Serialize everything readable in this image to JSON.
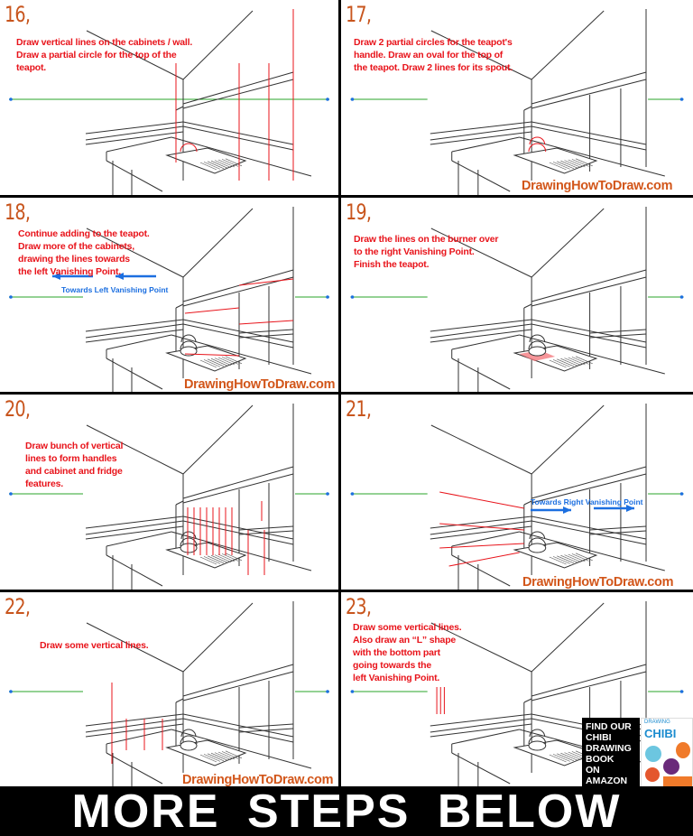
{
  "colors": {
    "instruction": "#e8141b",
    "step_number": "#c8551d",
    "watermark": "#d2561a",
    "horizon": "#2aa52a",
    "arrow": "#1c6fe0",
    "guide_line": "#e8141b"
  },
  "panels": [
    {
      "step": "16,",
      "instructions": [
        "Draw vertical lines on the cabinets / wall.",
        "Draw a partial circle for the top of the",
        "teapot."
      ],
      "watermark": ""
    },
    {
      "step": "17,",
      "instructions": [
        "Draw 2 partial circles for the teapot's",
        "handle. Draw an oval for the top of",
        "the teapot. Draw 2 lines for its spout."
      ],
      "watermark": "DrawingHowToDraw.com"
    },
    {
      "step": "18,",
      "instructions": [
        "Continue adding to the teapot.",
        "Draw more of the cabinets,",
        "drawing the lines towards",
        "the left Vanishing Point."
      ],
      "watermark": "DrawingHowToDraw.com",
      "arrow_label": "Towards Left Vanishing Point"
    },
    {
      "step": "19,",
      "instructions": [
        "Draw the lines on the burner over",
        "to the right Vanishing Point.",
        "Finish the teapot."
      ],
      "watermark": ""
    },
    {
      "step": "20,",
      "instructions": [
        "Draw bunch of vertical",
        "lines to form handles",
        "and cabinet and fridge",
        "features."
      ],
      "watermark": ""
    },
    {
      "step": "21,",
      "instructions": [],
      "watermark": "DrawingHowToDraw.com",
      "arrow_label": "Towards Right Vanishing Point"
    },
    {
      "step": "22,",
      "instructions": [
        "Draw some vertical lines."
      ],
      "watermark": "DrawingHowToDraw.com"
    },
    {
      "step": "23,",
      "instructions": [
        "Draw some vertical lines.",
        "Also draw an “L” shape",
        "with the bottom part",
        "going towards the",
        "left Vanishing Point."
      ],
      "watermark": ""
    }
  ],
  "ad": {
    "lines": [
      "FIND OUR",
      "CHIBI",
      "DRAWING",
      "BOOK",
      "ON",
      "AMAZON"
    ],
    "book_small": "DRAWING",
    "book_title": "CHIBI"
  },
  "banner": "MORE STEPS BELOW"
}
